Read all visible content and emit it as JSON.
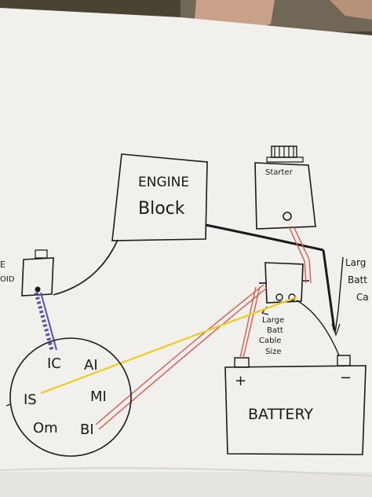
{
  "labels": {
    "engine_block_line1": "ENGINE",
    "engine_block_line2": "Block",
    "starter": "Starter",
    "battery": "BATTERY",
    "battery_plus": "+",
    "battery_minus": "−",
    "solenoid_partial_1": "E",
    "solenoid_partial_2": "OID",
    "large_ground_line1": "Larg",
    "large_ground_line2": "Batt",
    "large_ground_line3": "Ca",
    "large_batt_cable_line1": "Large",
    "large_batt_cable_line2": "Batt",
    "large_batt_cable_line3": "Cable",
    "large_batt_cable_line4": "Size",
    "switch_ic": "IC",
    "switch_ai": "AI",
    "switch_is": "IS",
    "switch_mi": "MI",
    "switch_om": "Om",
    "switch_bi": "BI"
  },
  "colors": {
    "paper": "#f1f0ec",
    "ink": "#1a1a1a",
    "red_wire": "#e0574f",
    "yellow_wire": "#e8cf2a",
    "blue_wire": "#5b4fb8",
    "background_floor": "#3d3528"
  }
}
